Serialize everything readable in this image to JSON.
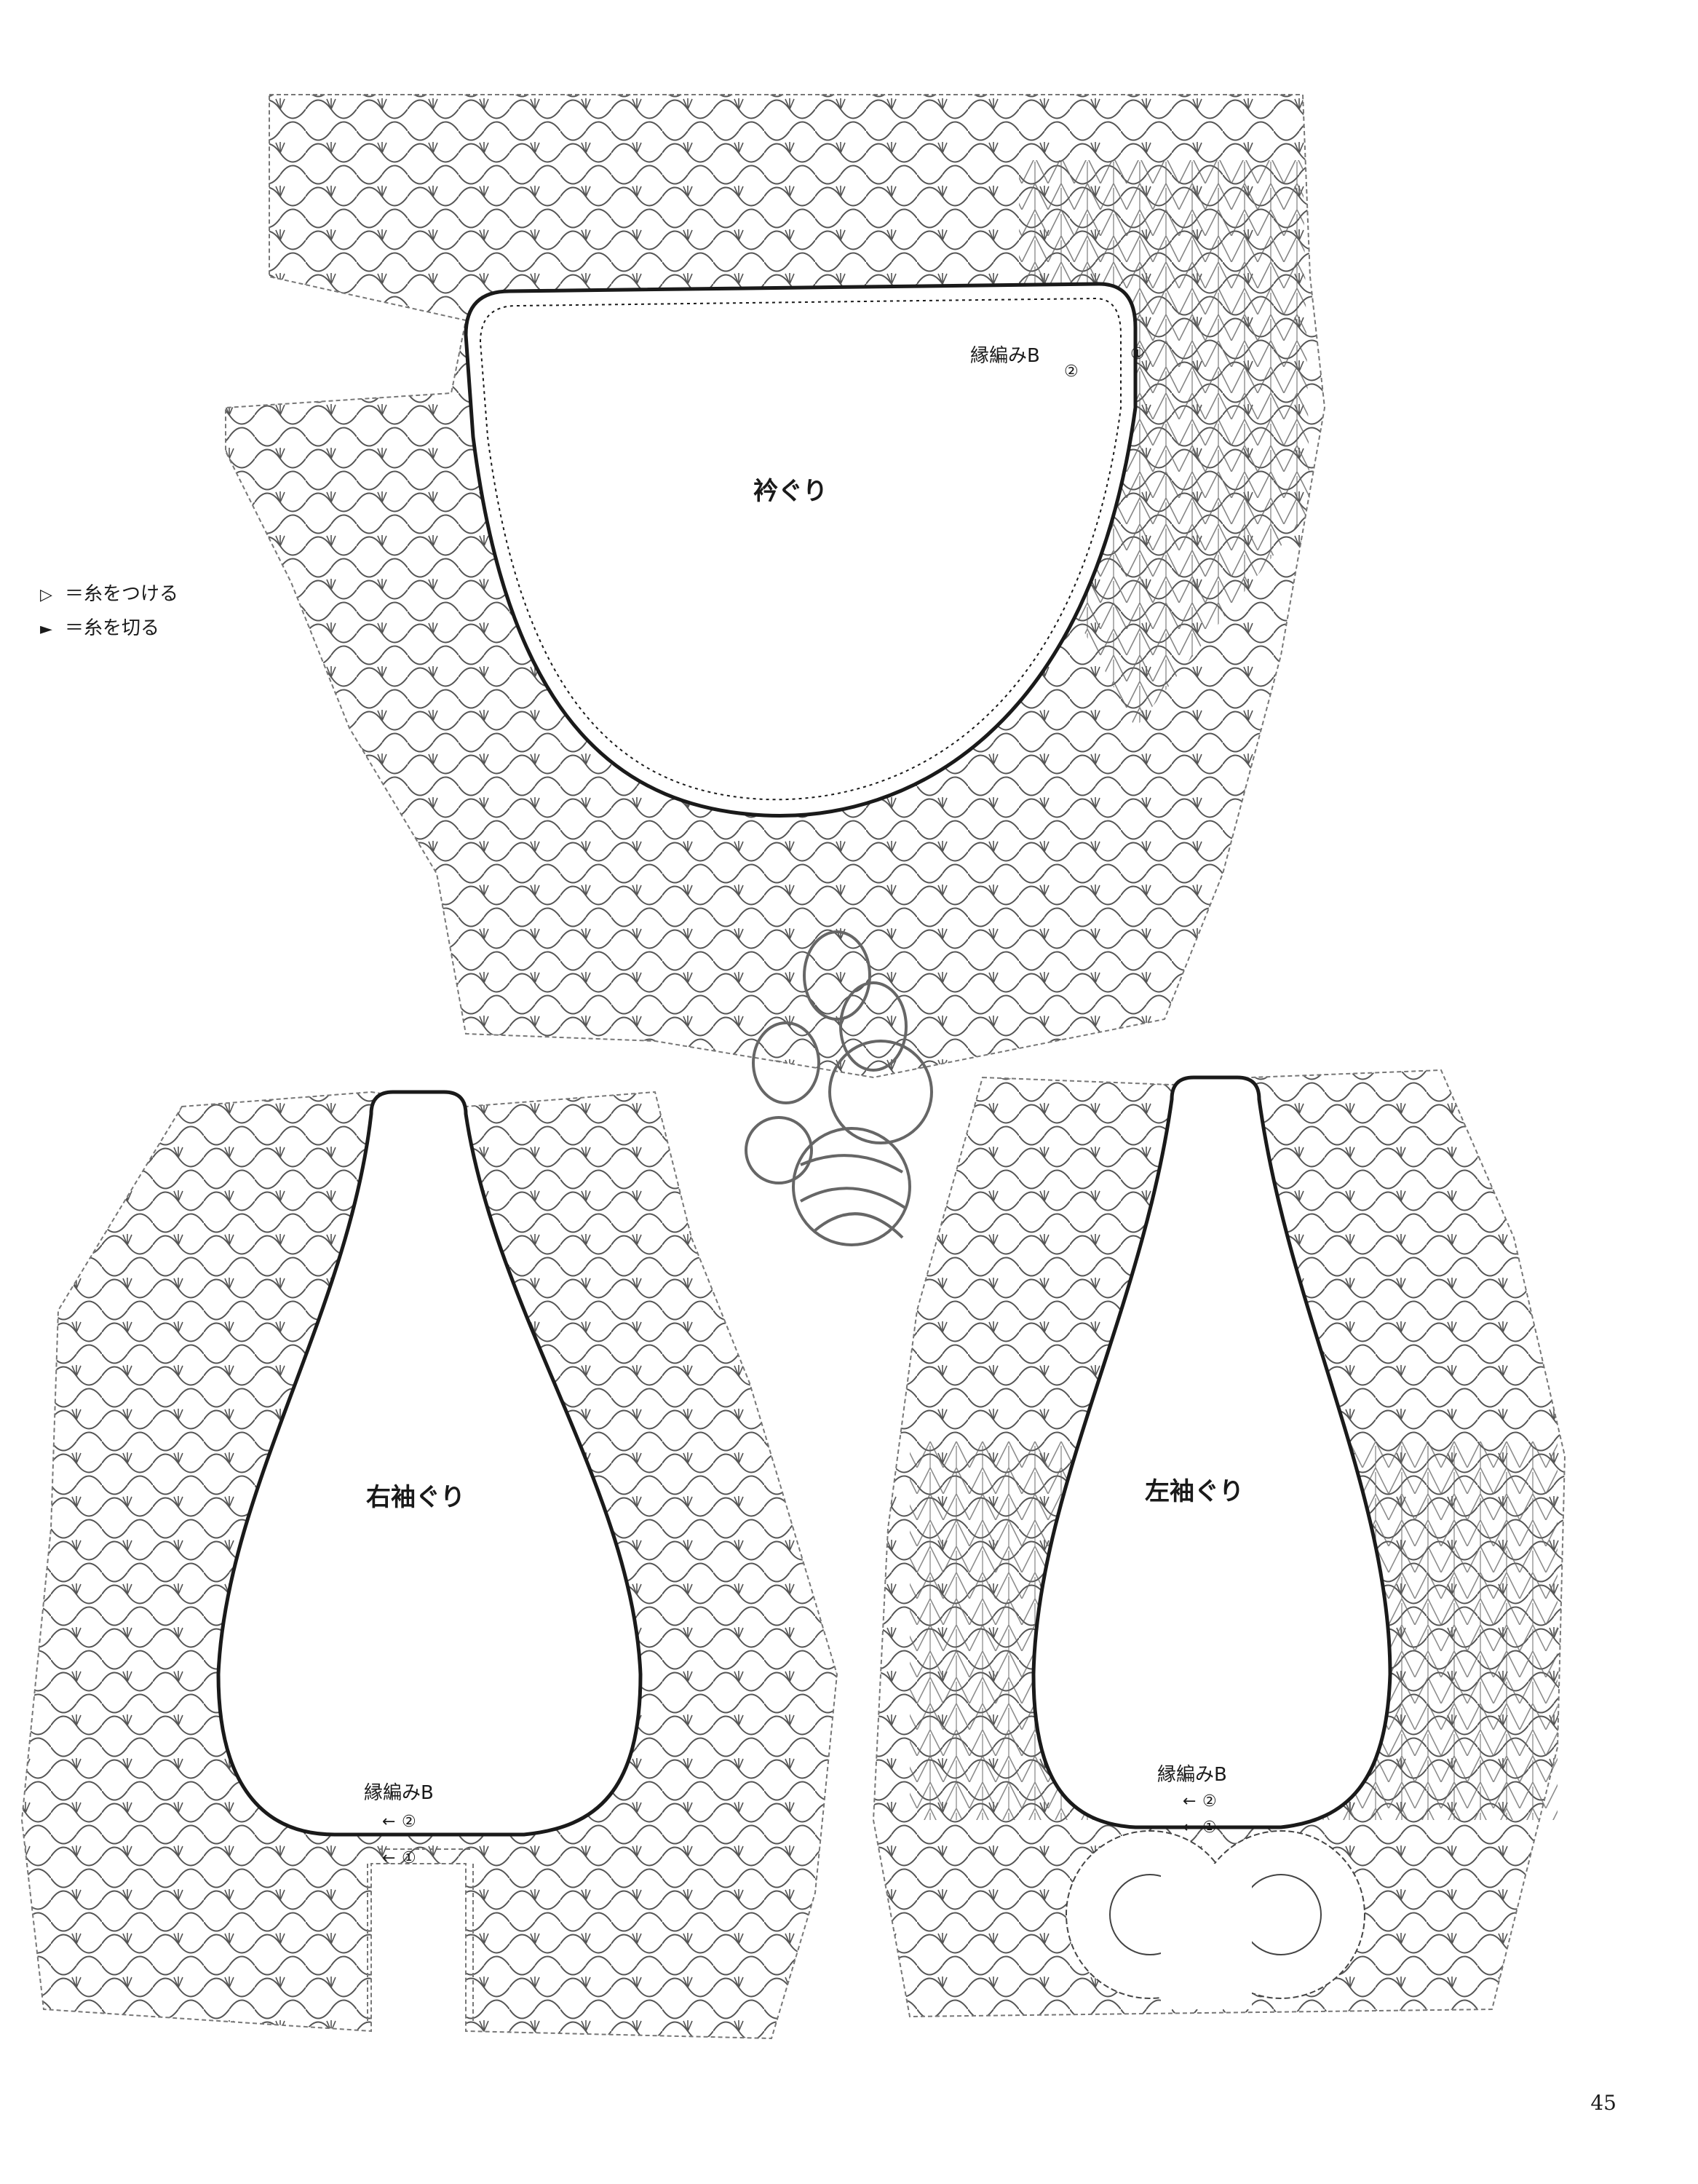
{
  "legend": [
    {
      "symbol": "▷",
      "text": "＝糸をつける"
    },
    {
      "symbol": "►",
      "text": "＝糸を切る"
    }
  ],
  "pieces": {
    "collar": {
      "title": "衿ぐり",
      "edging_label": "縁編みB"
    },
    "right_armhole": {
      "title": "右袖ぐり",
      "edging_label": "縁編みB"
    },
    "left_armhole": {
      "title": "左袖ぐり",
      "edging_label": "縁編みB"
    }
  },
  "markers": {
    "one": "①",
    "two": "②",
    "arrow": "←"
  },
  "page_number": "45",
  "colors": {
    "ink": "#3a3a3a",
    "edge": "#1a1a1a",
    "lace": "#555555"
  }
}
